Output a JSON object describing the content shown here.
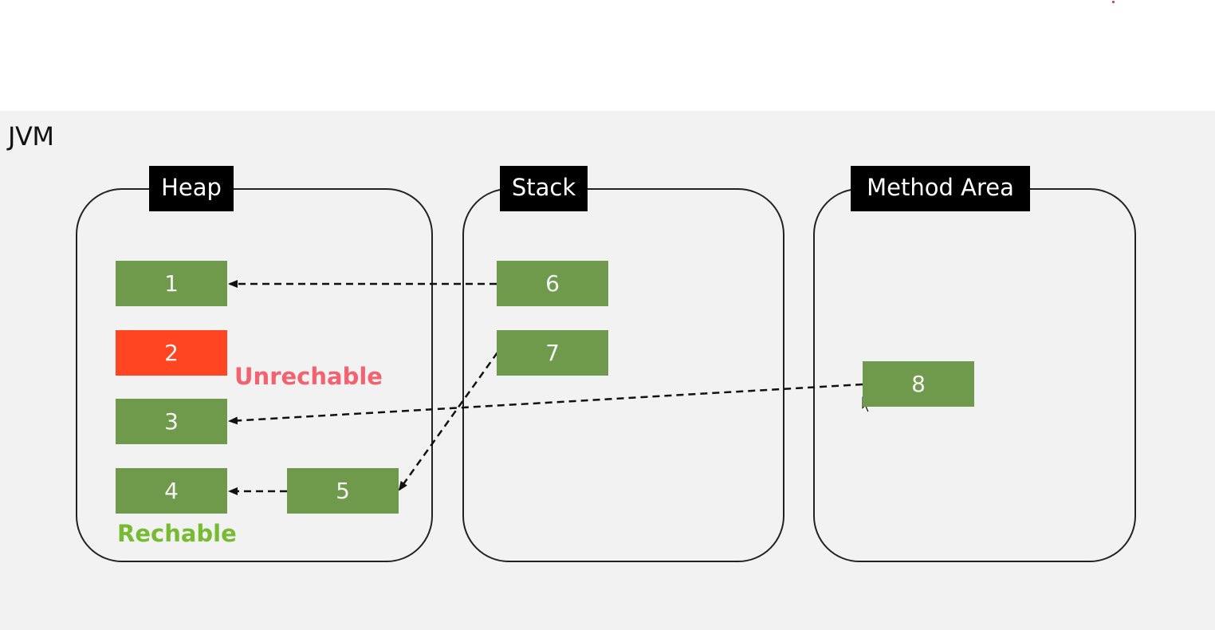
{
  "diagram": {
    "container_label": "JVM",
    "areas": {
      "heap": "Heap",
      "stack": "Stack",
      "method_area": "Method Area"
    },
    "objects": {
      "o1": "1",
      "o2": "2",
      "o3": "3",
      "o4": "4",
      "o5": "5",
      "o6": "6",
      "o7": "7",
      "o8": "8"
    },
    "labels": {
      "unreachable": "Unrechable",
      "reachable": "Rechable"
    },
    "references": [
      {
        "from": "6",
        "to": "1"
      },
      {
        "from": "7",
        "to": "5"
      },
      {
        "from": "8",
        "to": "3"
      },
      {
        "from": "5",
        "to": "4"
      }
    ],
    "colors": {
      "object": "#6f9a4b",
      "unreachable_object": "#ff4522",
      "unreachable_text": "#f2626f",
      "reachable_text": "#77bb33",
      "background": "#f2f2f2"
    }
  }
}
